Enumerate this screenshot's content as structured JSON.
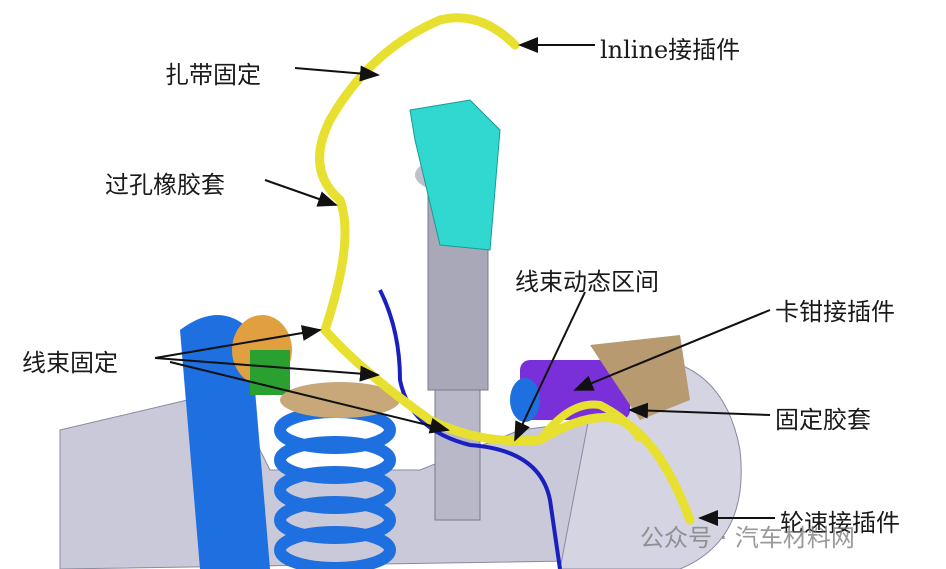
{
  "labels": {
    "inline_connector": "lnline接插件",
    "cable_tie": "扎带固定",
    "grommet": "过孔橡胶套",
    "dynamic_zone": "线束动态区间",
    "caliper_connector": "卡钳接插件",
    "harness_fix": "线束固定",
    "fixing_sleeve": "固定胶套",
    "wheel_speed_connector": "轮速接插件"
  },
  "watermark": "公众号 · 汽车材料网",
  "colors": {
    "harness": "#e8e030",
    "spring": "#1e6fe0",
    "strut": "#a8a8b8",
    "mount": "#30d8d0",
    "subframe": "#c8c8d8",
    "caliper": "#7a30d8",
    "wire": "#1a20c0"
  }
}
